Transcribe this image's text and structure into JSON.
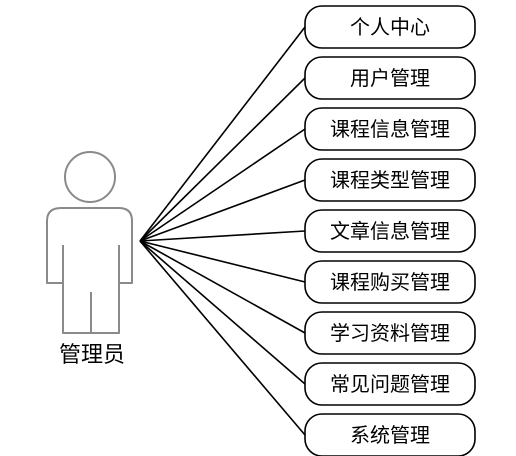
{
  "actor": {
    "label": "管理员"
  },
  "use_cases": [
    {
      "label": "个人中心"
    },
    {
      "label": "用户管理"
    },
    {
      "label": "课程信息管理"
    },
    {
      "label": "课程类型管理"
    },
    {
      "label": "文章信息管理"
    },
    {
      "label": "课程购买管理"
    },
    {
      "label": "学习资料管理"
    },
    {
      "label": "常见问题管理"
    },
    {
      "label": "系统管理"
    }
  ]
}
